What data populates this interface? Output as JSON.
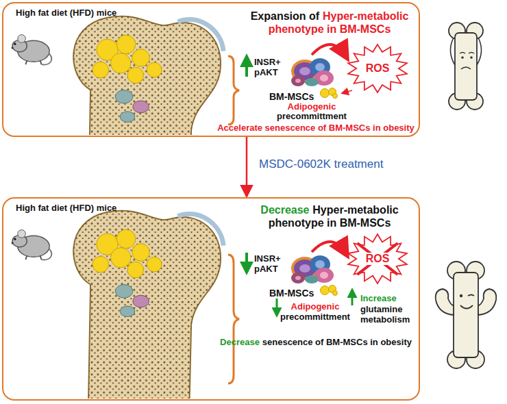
{
  "diagram": {
    "nodes": [
      {
        "text": [
          "High fat diet (HFD) mice",
          "Expansion of",
          "Hyper-metabolic phenotype in BM-MSCs",
          "INSR+ pAKT",
          "BM-MSCs",
          "Adipogenic",
          "precommittment",
          "Accelerate senescence of BM-MSCs in obesity"
        ]
      },
      {
        "text": [
          "ROS"
        ],
        "in": 0
      },
      {
        "text": [
          "High fat diet (HFD) mice",
          "Decrease",
          "Hyper-metabolic phenotype in BM-MSCs",
          "INSR+ pAKT",
          "BM-MSCs",
          "Adipogenic",
          "precommittment",
          "Increase",
          "glutamine metabolism",
          "Decrease",
          "senescence of BM-MSCs in obesity"
        ]
      },
      {
        "text": [
          "ROS"
        ],
        "in": 2
      }
    ],
    "edges": [
      {
        "from": 0,
        "to": 2,
        "arrow": "to",
        "label": "MSDC-0602K treatment"
      }
    ]
  }
}
